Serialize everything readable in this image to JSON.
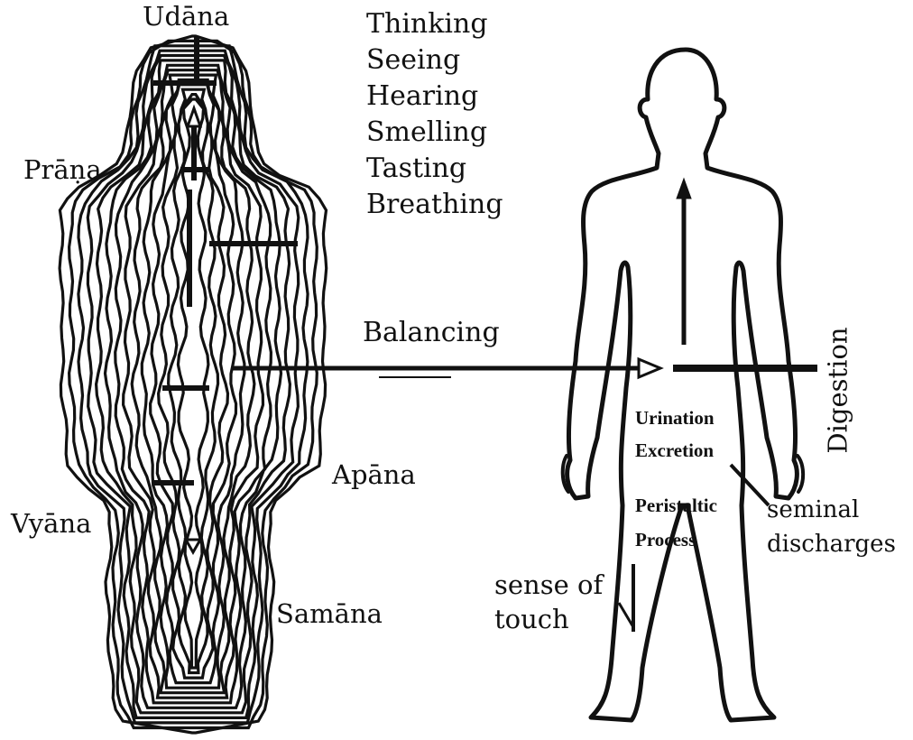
{
  "energy_labels": {
    "udana": "Udāna",
    "prana": "Prāṇa",
    "vyana": "Vyāna",
    "apana": "Apāna",
    "samana": "Samāna"
  },
  "udana_functions": [
    "Thinking",
    "Seeing",
    "Hearing",
    "Smelling",
    "Tasting",
    "Breathing"
  ],
  "samana_function": "Balancing",
  "right_figure": {
    "vertical_label": "Digestion",
    "urination": "Urination",
    "excretion": "Excretion",
    "peristaltic": "Peristaltic",
    "process": "Process",
    "seminal": "seminal",
    "discharges": "discharges",
    "sense_of": "sense of",
    "touch": "touch"
  },
  "colors": {
    "ink": "#111111",
    "paper": "#ffffff"
  }
}
